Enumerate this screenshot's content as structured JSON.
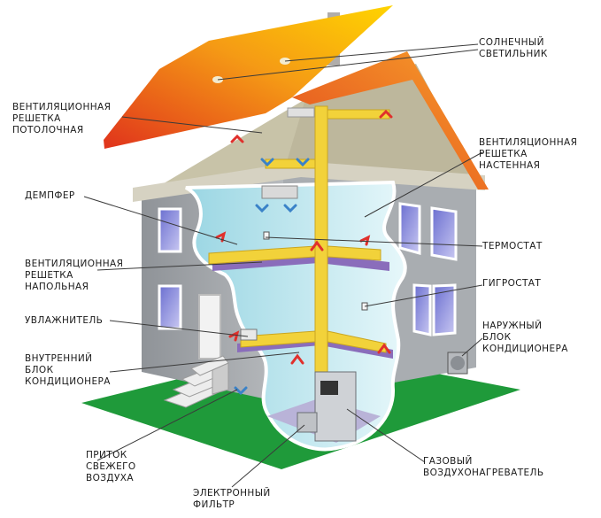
{
  "labels": {
    "solar_light": [
      "Солнечный",
      "светильник"
    ],
    "ceiling_vent": [
      "Вентиляционная",
      "решетка",
      "потолочная"
    ],
    "wall_vent": [
      "Вентиляционная",
      "решетка",
      "настенная"
    ],
    "damper": [
      "Демпфер"
    ],
    "thermostat": [
      "Термостат"
    ],
    "floor_vent": [
      "Вентиляционная",
      "решетка",
      "напольная"
    ],
    "hygrostat": [
      "Гигростат"
    ],
    "humidifier": [
      "Увлажнитель"
    ],
    "outdoor_ac": [
      "Наружный",
      "блок",
      "кондиционера"
    ],
    "indoor_ac": [
      "Внутренний",
      "блок",
      "кондиционера"
    ],
    "fresh_air": [
      "Приток",
      "свежего",
      "воздуха"
    ],
    "gas_heater": [
      "Газовый",
      "воздухонагреватель"
    ],
    "electronic_filter": [
      "Электронный",
      "фильтр"
    ]
  },
  "colors": {
    "ground": "#1f9a3a",
    "roof_start": "#ffd200",
    "roof_end": "#e8401c",
    "wall": "#9fa3a8",
    "interior": "#cfeef4",
    "duct": "#f2d23a",
    "arrow_warm": "#e0302c",
    "arrow_cool": "#3a82c8"
  }
}
